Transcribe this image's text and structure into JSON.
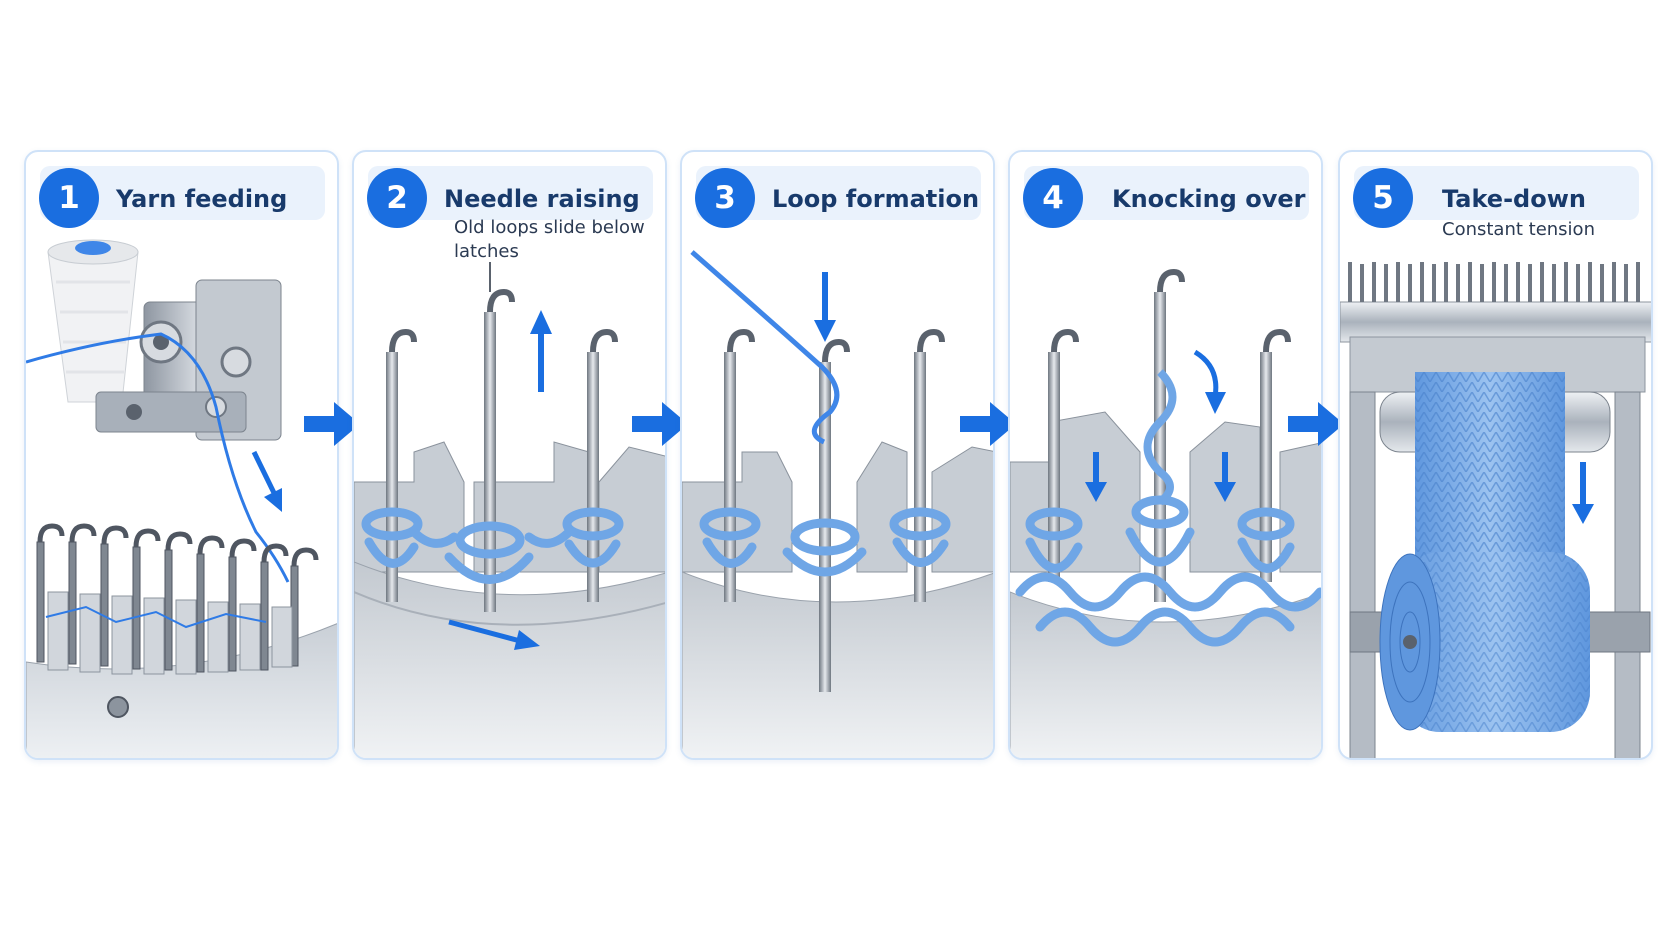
{
  "steps": [
    {
      "number": "1",
      "title": "Yarn feeding",
      "subtitle": ""
    },
    {
      "number": "2",
      "title": "Needle raising",
      "subtitle": "Old loops slide below latches"
    },
    {
      "number": "3",
      "title": "Loop formation",
      "subtitle": ""
    },
    {
      "number": "4",
      "title": "Knocking over",
      "subtitle": ""
    },
    {
      "number": "5",
      "title": "Take-down",
      "subtitle": "Constant tension"
    }
  ],
  "colors": {
    "accent": "#1a6ee0",
    "yarn": "#6fa6e6",
    "metal": "#b9c1cb",
    "header_bg": "#eaf2fc",
    "panel_border": "#cfe2f8"
  },
  "icons": [
    "cone-icon",
    "needle-icon",
    "arrow-right-icon",
    "arrow-up-icon",
    "arrow-down-icon",
    "fabric-roll-icon"
  ]
}
